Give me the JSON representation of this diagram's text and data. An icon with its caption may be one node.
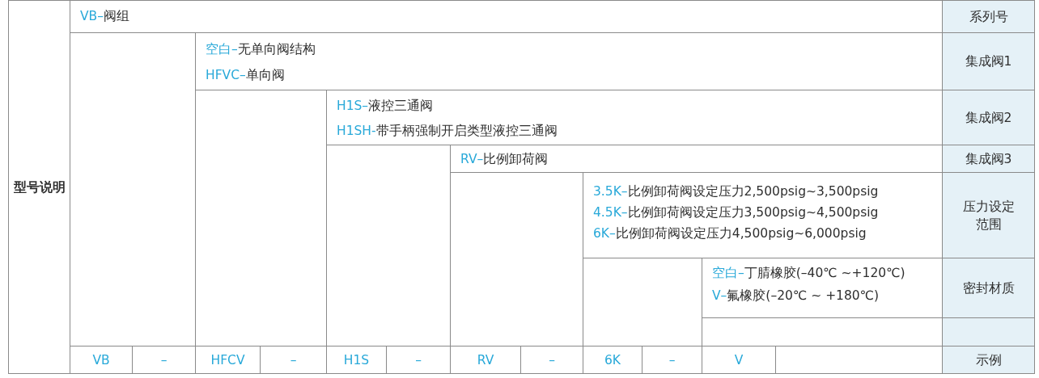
{
  "diagram": {
    "labels": [
      "型号说明",
      "VB–阀组",
      "系列号",
      "空白–无单向阀结构",
      "HFVC–单向阀",
      "集成阀1",
      "H1S–液控三通阀",
      "H1SH-带手柄强制开启类型液控三通阀",
      "集成阀2",
      "RV–比例卸荷阀",
      "集成阀3",
      "3.5K–比例卸荷阀设定压力2,500psig~3,500psig",
      "4.5K–比例卸荷阀设定压力3,500psig~4,500psig",
      "6K–比例卸荷阀设定压力4,500psig~6,000psig",
      "压力设定范围",
      "空白–丁腈橡胶(–40℃ ~+120℃)",
      "V–氟橡胶(–20℃ ~ +180℃)",
      "密封材质",
      "VB",
      "–",
      "HFCV",
      "–",
      "H1S",
      "–",
      "RV",
      "–",
      "6K",
      "–",
      "V",
      "示例"
    ]
  }
}
